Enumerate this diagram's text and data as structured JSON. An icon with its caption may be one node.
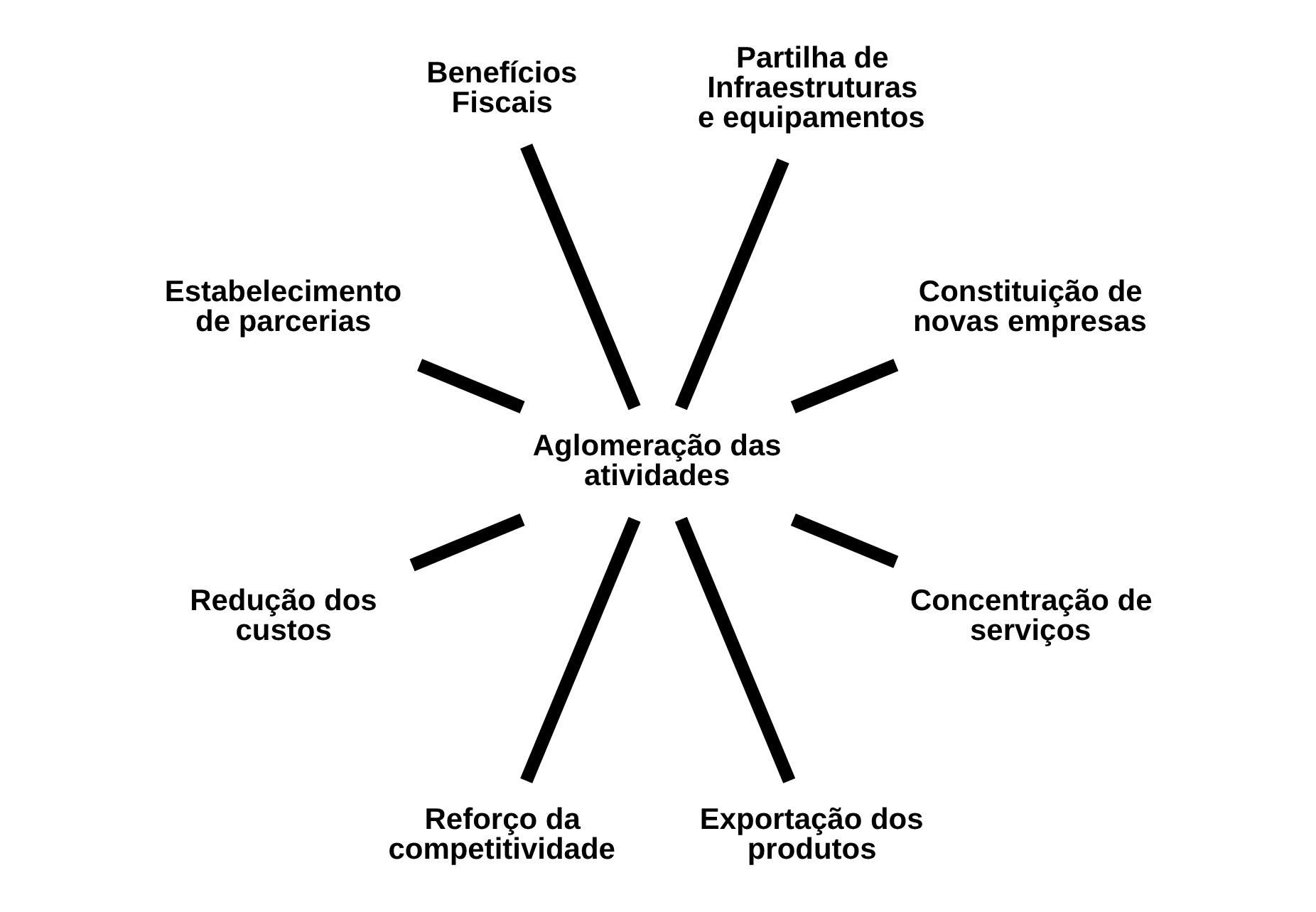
{
  "diagram": {
    "nodes": [
      {
        "text": [
          "Partilha de Infraestruturas e equipamentos"
        ]
      },
      {
        "text": [
          "Benefícios Fiscais"
        ]
      },
      {
        "text": [
          "Constituição de novas empresas"
        ]
      },
      {
        "text": [
          "Estabelecimento de parcerias"
        ]
      },
      {
        "text": [
          "Aglomeração das atividades"
        ]
      },
      {
        "text": [
          "Concentração de serviços"
        ]
      },
      {
        "text": [
          "Redução dos custos"
        ]
      },
      {
        "text": [
          "Reforço da competitividade"
        ]
      },
      {
        "text": [
          "Exportação dos produtos"
        ]
      }
    ],
    "edges": [
      {
        "from": 4,
        "to": 0,
        "arrow": "none"
      },
      {
        "from": 4,
        "to": 2,
        "arrow": "none"
      },
      {
        "from": 4,
        "to": 5,
        "arrow": "none"
      },
      {
        "from": 4,
        "to": 8,
        "arrow": "none"
      },
      {
        "from": 4,
        "to": 7,
        "arrow": "none"
      },
      {
        "from": 4,
        "to": 6,
        "arrow": "none"
      },
      {
        "from": 4,
        "to": 3,
        "arrow": "none"
      },
      {
        "from": 4,
        "to": 1,
        "arrow": "none"
      }
    ]
  }
}
